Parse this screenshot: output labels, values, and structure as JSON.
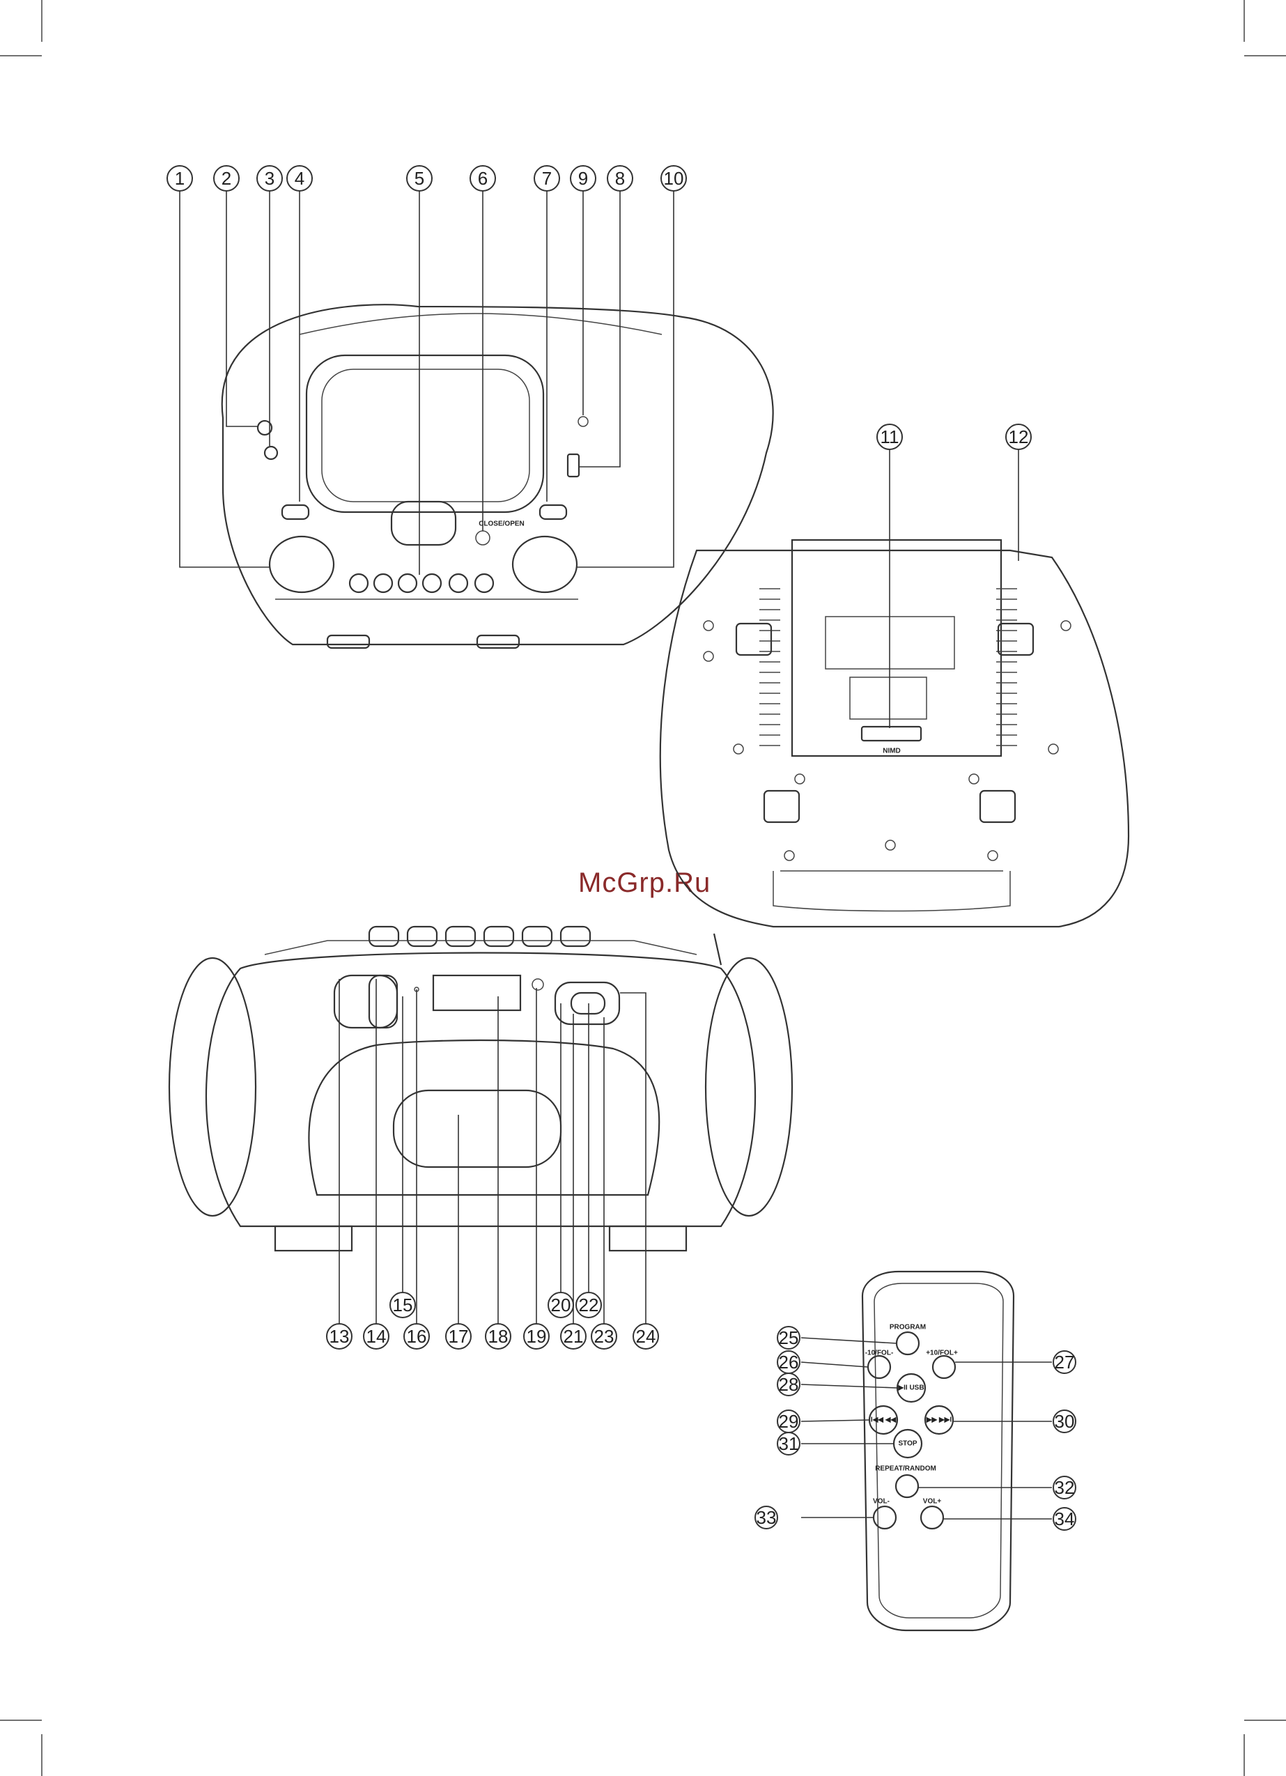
{
  "watermark": "McGrp.Ru",
  "top_view": {
    "close_open_label": "CLOSE/OPEN",
    "callouts": [
      "1",
      "2",
      "3",
      "4",
      "5",
      "6",
      "7",
      "9",
      "8",
      "10"
    ]
  },
  "bottom_view": {
    "callouts": [
      "11",
      "12"
    ],
    "door_label": "NIMD"
  },
  "front_view": {
    "callouts": [
      "13",
      "14",
      "15",
      "16",
      "17",
      "18",
      "19",
      "20",
      "21",
      "22",
      "23",
      "24"
    ]
  },
  "remote": {
    "buttons": {
      "program": "PROGRAM",
      "minus10": "-10/FOL-",
      "plus10": "+10/FOL+",
      "play_usb": "▶II USB",
      "prev": "I◀◀ ◀◀",
      "next": "▶▶ ▶▶I",
      "stop": "STOP",
      "repeat": "REPEAT/RANDOM",
      "vol_minus": "VOL-",
      "vol_plus": "VOL+"
    },
    "callouts": [
      "25",
      "26",
      "27",
      "28",
      "29",
      "30",
      "31",
      "32",
      "33",
      "34"
    ]
  }
}
